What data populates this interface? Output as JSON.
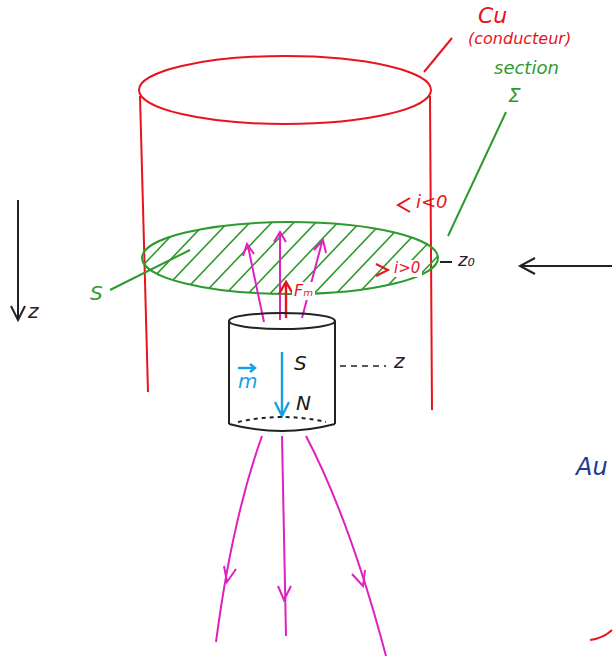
{
  "diagram": {
    "nodes": [
      {
        "text": [
          "S",
          "N"
        ]
      }
    ],
    "labels": [
      "Cu",
      "(conducteur)",
      "section",
      "Σ",
      "S",
      "i<0",
      "i>0",
      "z₀",
      "Fₘ",
      "m",
      "z",
      "z",
      "Au"
    ]
  }
}
